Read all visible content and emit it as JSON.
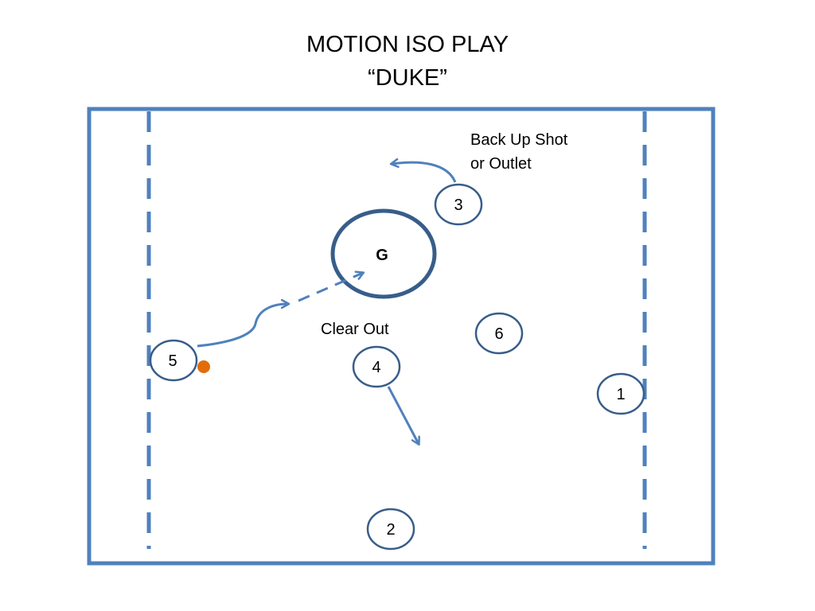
{
  "title": {
    "line1": "MOTION ISO PLAY",
    "line2": "“DUKE”"
  },
  "colors": {
    "court_line": "#4f81bd",
    "player_outline": "#385d8a",
    "goal_outline": "#385d8a",
    "ball": "#e36c09",
    "arrow": "#4f81bd"
  },
  "goal": {
    "label": "G"
  },
  "players": [
    {
      "id": "p3",
      "label": "3"
    },
    {
      "id": "p6",
      "label": "6"
    },
    {
      "id": "p4",
      "label": "4"
    },
    {
      "id": "p5",
      "label": "5"
    },
    {
      "id": "p1",
      "label": "1"
    },
    {
      "id": "p2",
      "label": "2"
    }
  ],
  "annotations": {
    "back_up_line1": "Back Up Shot",
    "back_up_line2": "or Outlet",
    "clear_out": "Clear Out"
  }
}
